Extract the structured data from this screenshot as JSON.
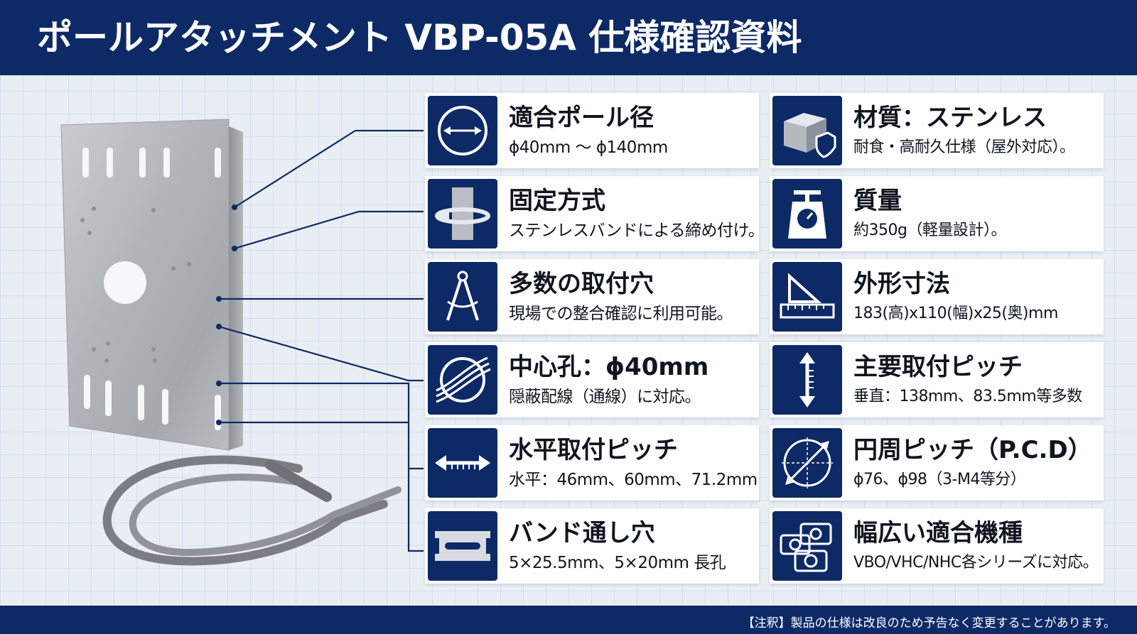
{
  "header": {
    "title": "ポールアタッチメント VBP-05A 仕様確認資料"
  },
  "specs_left": [
    {
      "icon": "pole-diameter-icon",
      "title": "適合ポール径",
      "desc": "ϕ40mm ～ ϕ140mm"
    },
    {
      "icon": "pole-band-icon",
      "title": "固定方式",
      "desc": "ステンレスバンドによる締め付け。"
    },
    {
      "icon": "compass-icon",
      "title": "多数の取付穴",
      "desc": "現場での整合確認に利用可能。"
    },
    {
      "icon": "cable-icon",
      "title": "中心孔：ϕ40mm",
      "desc": "隠蔽配線（通線）に対応。"
    },
    {
      "icon": "horizontal-arrow-icon",
      "title": "水平取付ピッチ",
      "desc": "水平：46mm、60mm、71.2mm"
    },
    {
      "icon": "slot-hole-icon",
      "title": "バンド通し穴",
      "desc": "5×25.5mm、5×20mm 長孔"
    }
  ],
  "specs_right": [
    {
      "icon": "stainless-block-icon",
      "title": "材質：ステンレス",
      "desc": "耐食・高耐久仕様（屋外対応）。"
    },
    {
      "icon": "scale-icon",
      "title": "質量",
      "desc": "約350g（軽量設計）。"
    },
    {
      "icon": "ruler-icon",
      "title": "外形寸法",
      "desc": "183(高)x110(幅)x25(奥)mm"
    },
    {
      "icon": "vertical-arrow-icon",
      "title": "主要取付ピッチ",
      "desc": "垂直：138mm、83.5mm等多数"
    },
    {
      "icon": "pcd-circle-icon",
      "title": "円周ピッチ（P.C.D）",
      "desc": "ϕ76、ϕ98（3-M4等分）"
    },
    {
      "icon": "cameras-icon",
      "title": "幅広い適合機種",
      "desc": "VBO/VHC/NHC各シリーズに対応。"
    }
  ],
  "footer": {
    "note": "【注釈】製品の仕様は改良のため予告なく変更することがあります。"
  },
  "colors": {
    "navy": "#0d2a66",
    "background": "#e9eef5",
    "card": "#ffffff"
  }
}
